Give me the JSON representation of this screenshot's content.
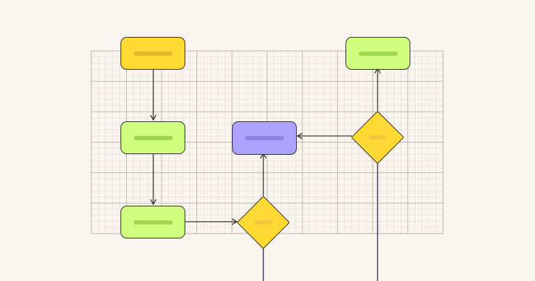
{
  "diagram": {
    "type": "flowchart",
    "colors": {
      "background": "#f9f4ee",
      "grid_major": "#b9b2a8",
      "grid_minor": "#e4ddd3",
      "edge": "#333333",
      "edge_long": "#2f2f5e",
      "yellow": "#fed934",
      "yellow_bar": "#e3bb29",
      "green": "#d0fe7e",
      "green_bar": "#9fd64b",
      "purple": "#aba3fc",
      "purple_bar": "#8c82e0",
      "diamond_bar": "#f0c93c"
    },
    "nodes": [
      {
        "id": "start",
        "shape": "rounded-rect",
        "color": "yellow"
      },
      {
        "id": "step-1",
        "shape": "rounded-rect",
        "color": "green"
      },
      {
        "id": "step-2",
        "shape": "rounded-rect",
        "color": "green"
      },
      {
        "id": "decision-1",
        "shape": "diamond",
        "color": "yellow"
      },
      {
        "id": "result",
        "shape": "rounded-rect",
        "color": "purple"
      },
      {
        "id": "decision-2",
        "shape": "diamond",
        "color": "yellow"
      },
      {
        "id": "end",
        "shape": "rounded-rect",
        "color": "green"
      }
    ],
    "edges": [
      {
        "from": "start",
        "to": "step-1"
      },
      {
        "from": "step-1",
        "to": "step-2"
      },
      {
        "from": "step-2",
        "to": "decision-1"
      },
      {
        "from": "decision-1",
        "to": "result"
      },
      {
        "from": "decision-2",
        "to": "result"
      },
      {
        "from": "decision-2",
        "to": "end"
      }
    ],
    "labels_visible": false
  }
}
